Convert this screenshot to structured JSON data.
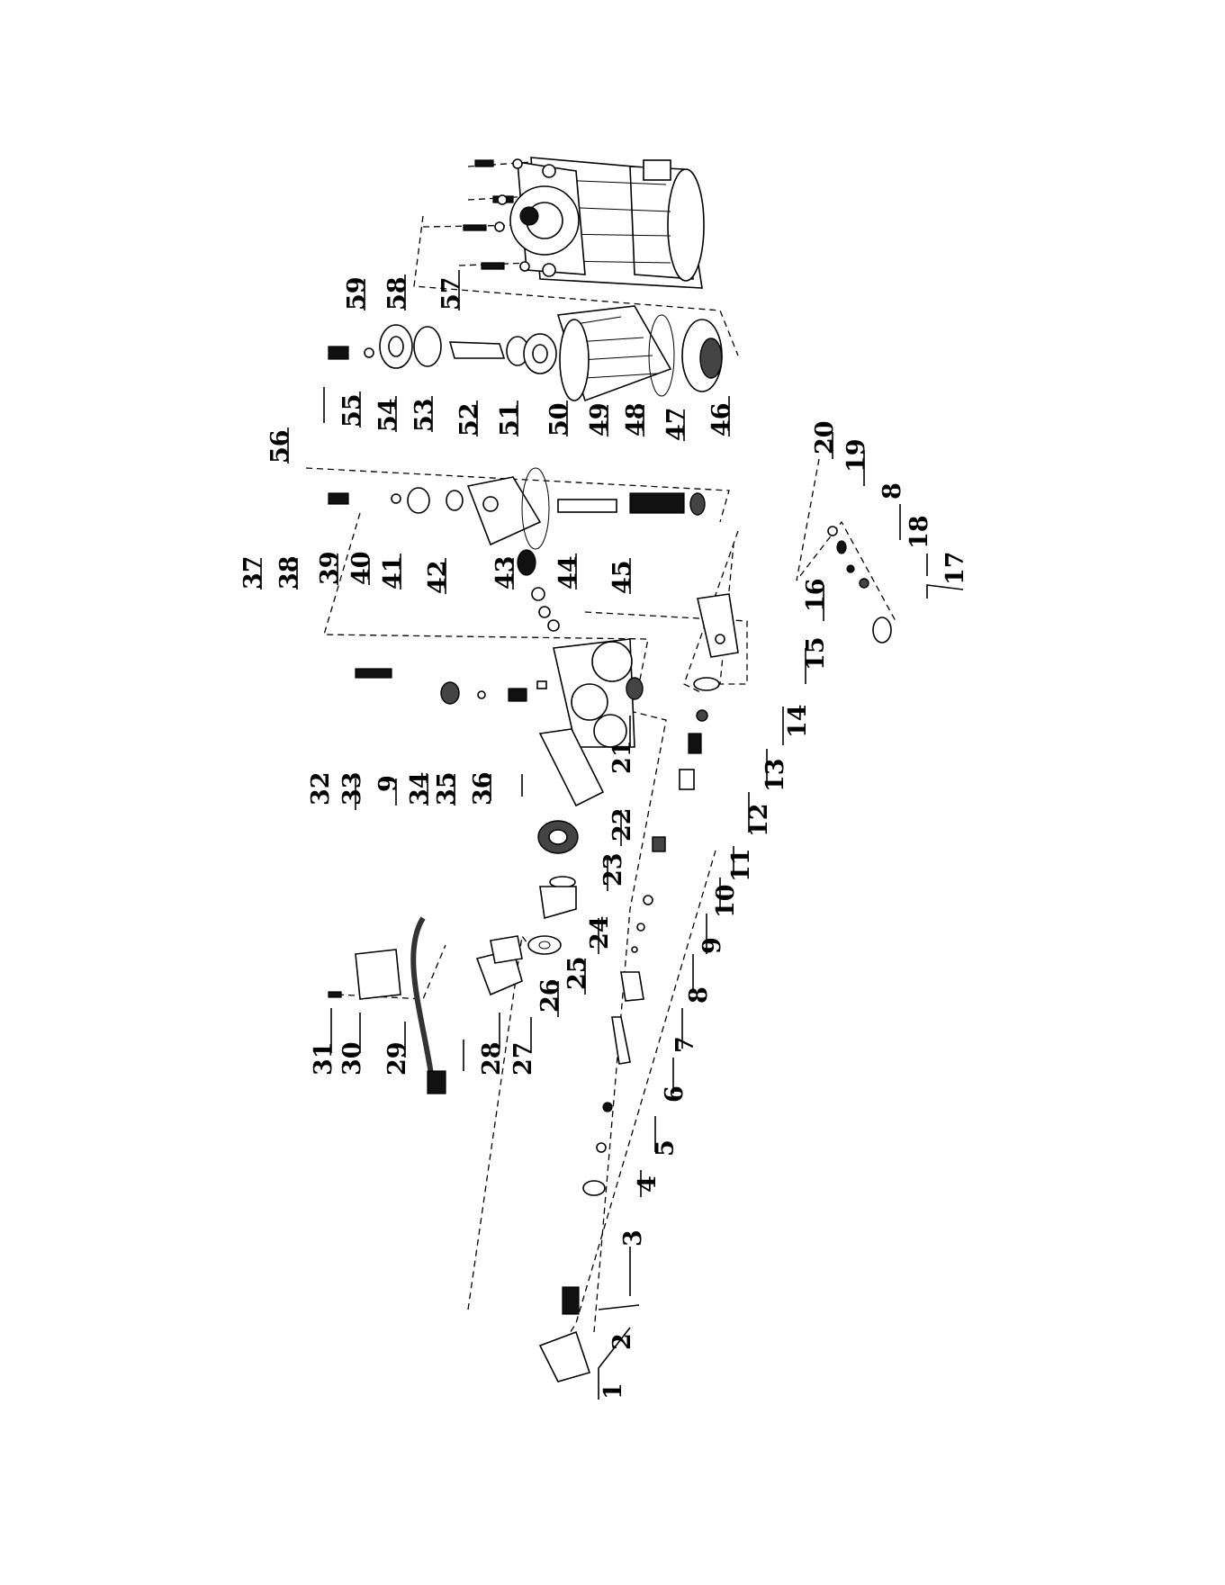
{
  "callouts": [
    {
      "id": "1",
      "label": "1"
    },
    {
      "id": "2",
      "label": "2"
    },
    {
      "id": "3",
      "label": "3"
    },
    {
      "id": "4",
      "label": "4"
    },
    {
      "id": "5",
      "label": "5"
    },
    {
      "id": "6",
      "label": "6"
    },
    {
      "id": "7",
      "label": "7"
    },
    {
      "id": "8a",
      "label": "8"
    },
    {
      "id": "9a",
      "label": "9"
    },
    {
      "id": "10",
      "label": "10"
    },
    {
      "id": "11",
      "label": "11"
    },
    {
      "id": "12",
      "label": "12"
    },
    {
      "id": "13",
      "label": "13"
    },
    {
      "id": "14",
      "label": "14"
    },
    {
      "id": "15",
      "label": "15"
    },
    {
      "id": "16",
      "label": "16"
    },
    {
      "id": "17",
      "label": "17"
    },
    {
      "id": "18",
      "label": "18"
    },
    {
      "id": "8b",
      "label": "8"
    },
    {
      "id": "19",
      "label": "19"
    },
    {
      "id": "20",
      "label": "20"
    },
    {
      "id": "21",
      "label": "21"
    },
    {
      "id": "22",
      "label": "22"
    },
    {
      "id": "23",
      "label": "23"
    },
    {
      "id": "24",
      "label": "24"
    },
    {
      "id": "25",
      "label": "25"
    },
    {
      "id": "26",
      "label": "26"
    },
    {
      "id": "27",
      "label": "27"
    },
    {
      "id": "28",
      "label": "28"
    },
    {
      "id": "29",
      "label": "29"
    },
    {
      "id": "30",
      "label": "30"
    },
    {
      "id": "31",
      "label": "31"
    },
    {
      "id": "32",
      "label": "32"
    },
    {
      "id": "33",
      "label": "33"
    },
    {
      "id": "9b",
      "label": "9"
    },
    {
      "id": "34",
      "label": "34"
    },
    {
      "id": "35",
      "label": "35"
    },
    {
      "id": "36",
      "label": "36"
    },
    {
      "id": "37",
      "label": "37"
    },
    {
      "id": "38",
      "label": "38"
    },
    {
      "id": "39",
      "label": "39"
    },
    {
      "id": "40",
      "label": "40"
    },
    {
      "id": "41",
      "label": "41"
    },
    {
      "id": "42",
      "label": "42"
    },
    {
      "id": "43",
      "label": "43"
    },
    {
      "id": "44",
      "label": "44"
    },
    {
      "id": "45",
      "label": "45"
    },
    {
      "id": "46",
      "label": "46"
    },
    {
      "id": "47",
      "label": "47"
    },
    {
      "id": "48",
      "label": "48"
    },
    {
      "id": "49",
      "label": "49"
    },
    {
      "id": "50",
      "label": "50"
    },
    {
      "id": "51",
      "label": "51"
    },
    {
      "id": "52",
      "label": "52"
    },
    {
      "id": "53",
      "label": "53"
    },
    {
      "id": "54",
      "label": "54"
    },
    {
      "id": "55",
      "label": "55"
    },
    {
      "id": "56",
      "label": "56"
    },
    {
      "id": "57",
      "label": "57"
    },
    {
      "id": "58",
      "label": "58"
    },
    {
      "id": "59",
      "label": "59"
    }
  ],
  "colors": {
    "ink": "#000000",
    "paper": "#ffffff",
    "shade": "#444444"
  }
}
